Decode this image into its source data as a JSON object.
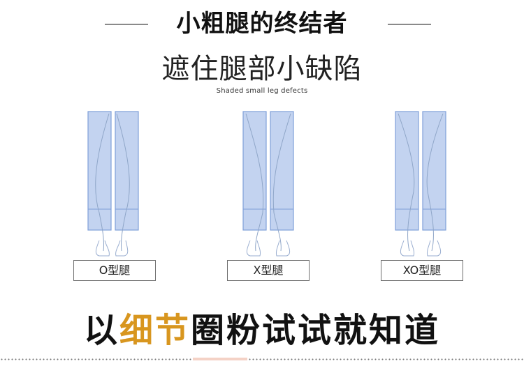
{
  "header": {
    "title": "小粗腿的终结者",
    "subtitle": "遮住腿部小缺陷",
    "caption": "Shaded small leg defects"
  },
  "leg_types": [
    {
      "label": "O型腿",
      "icon": "o-leg-illustration"
    },
    {
      "label": "X型腿",
      "icon": "x-leg-illustration"
    },
    {
      "label": "XO型腿",
      "icon": "xo-leg-illustration"
    }
  ],
  "slogan": {
    "before": "以",
    "highlight": "细节",
    "after": "圈粉试试就知道"
  },
  "colors": {
    "pants_fill": "#c3d3f0",
    "pants_stroke": "#7f9fd9",
    "highlight": "#d8961f",
    "text": "#111111"
  }
}
